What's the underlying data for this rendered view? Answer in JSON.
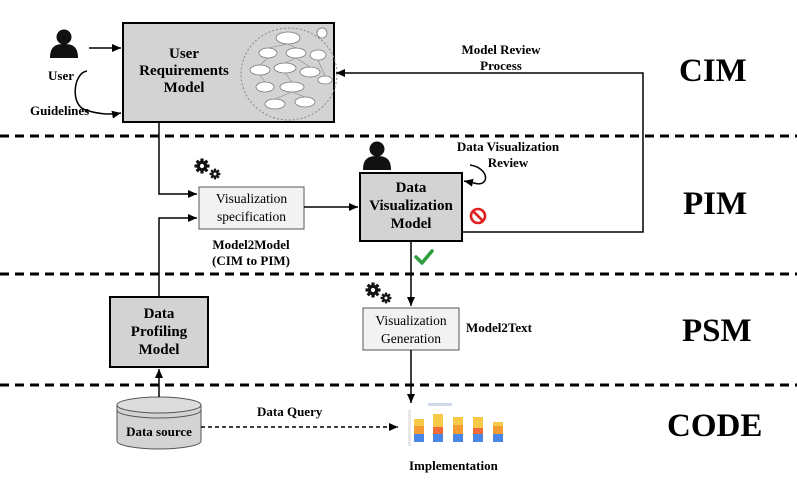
{
  "actors": {
    "user": "User",
    "guidelines": "Guidelines"
  },
  "boxes": {
    "user_requirements_model": "User\nRequirements\nModel",
    "visualization_specification": "Visualization\nspecification",
    "data_visualization_model": "Data\nVisualization\nModel",
    "data_profiling_model": "Data\nProfiling\nModel",
    "visualization_generation": "Visualization\nGeneration",
    "data_source": "Data source"
  },
  "edges": {
    "model_review_process": "Model Review\nProcess",
    "data_visualization_review": "Data Visualization\nReview",
    "model2model": "Model2Model\n(CIM to PIM)",
    "model2text": "Model2Text",
    "data_query": "Data Query"
  },
  "implementation": "Implementation",
  "levels": [
    "CIM",
    "PIM",
    "PSM",
    "CODE"
  ],
  "icons": [
    "user-icon",
    "gears-icon",
    "reject-icon",
    "accept-check-icon",
    "bar-chart-icon"
  ],
  "colors": {
    "box_fill": "#d3d3d3",
    "light_box_fill": "#f2f2f2",
    "accept": "#2e9e3e",
    "reject": "#e02020"
  }
}
